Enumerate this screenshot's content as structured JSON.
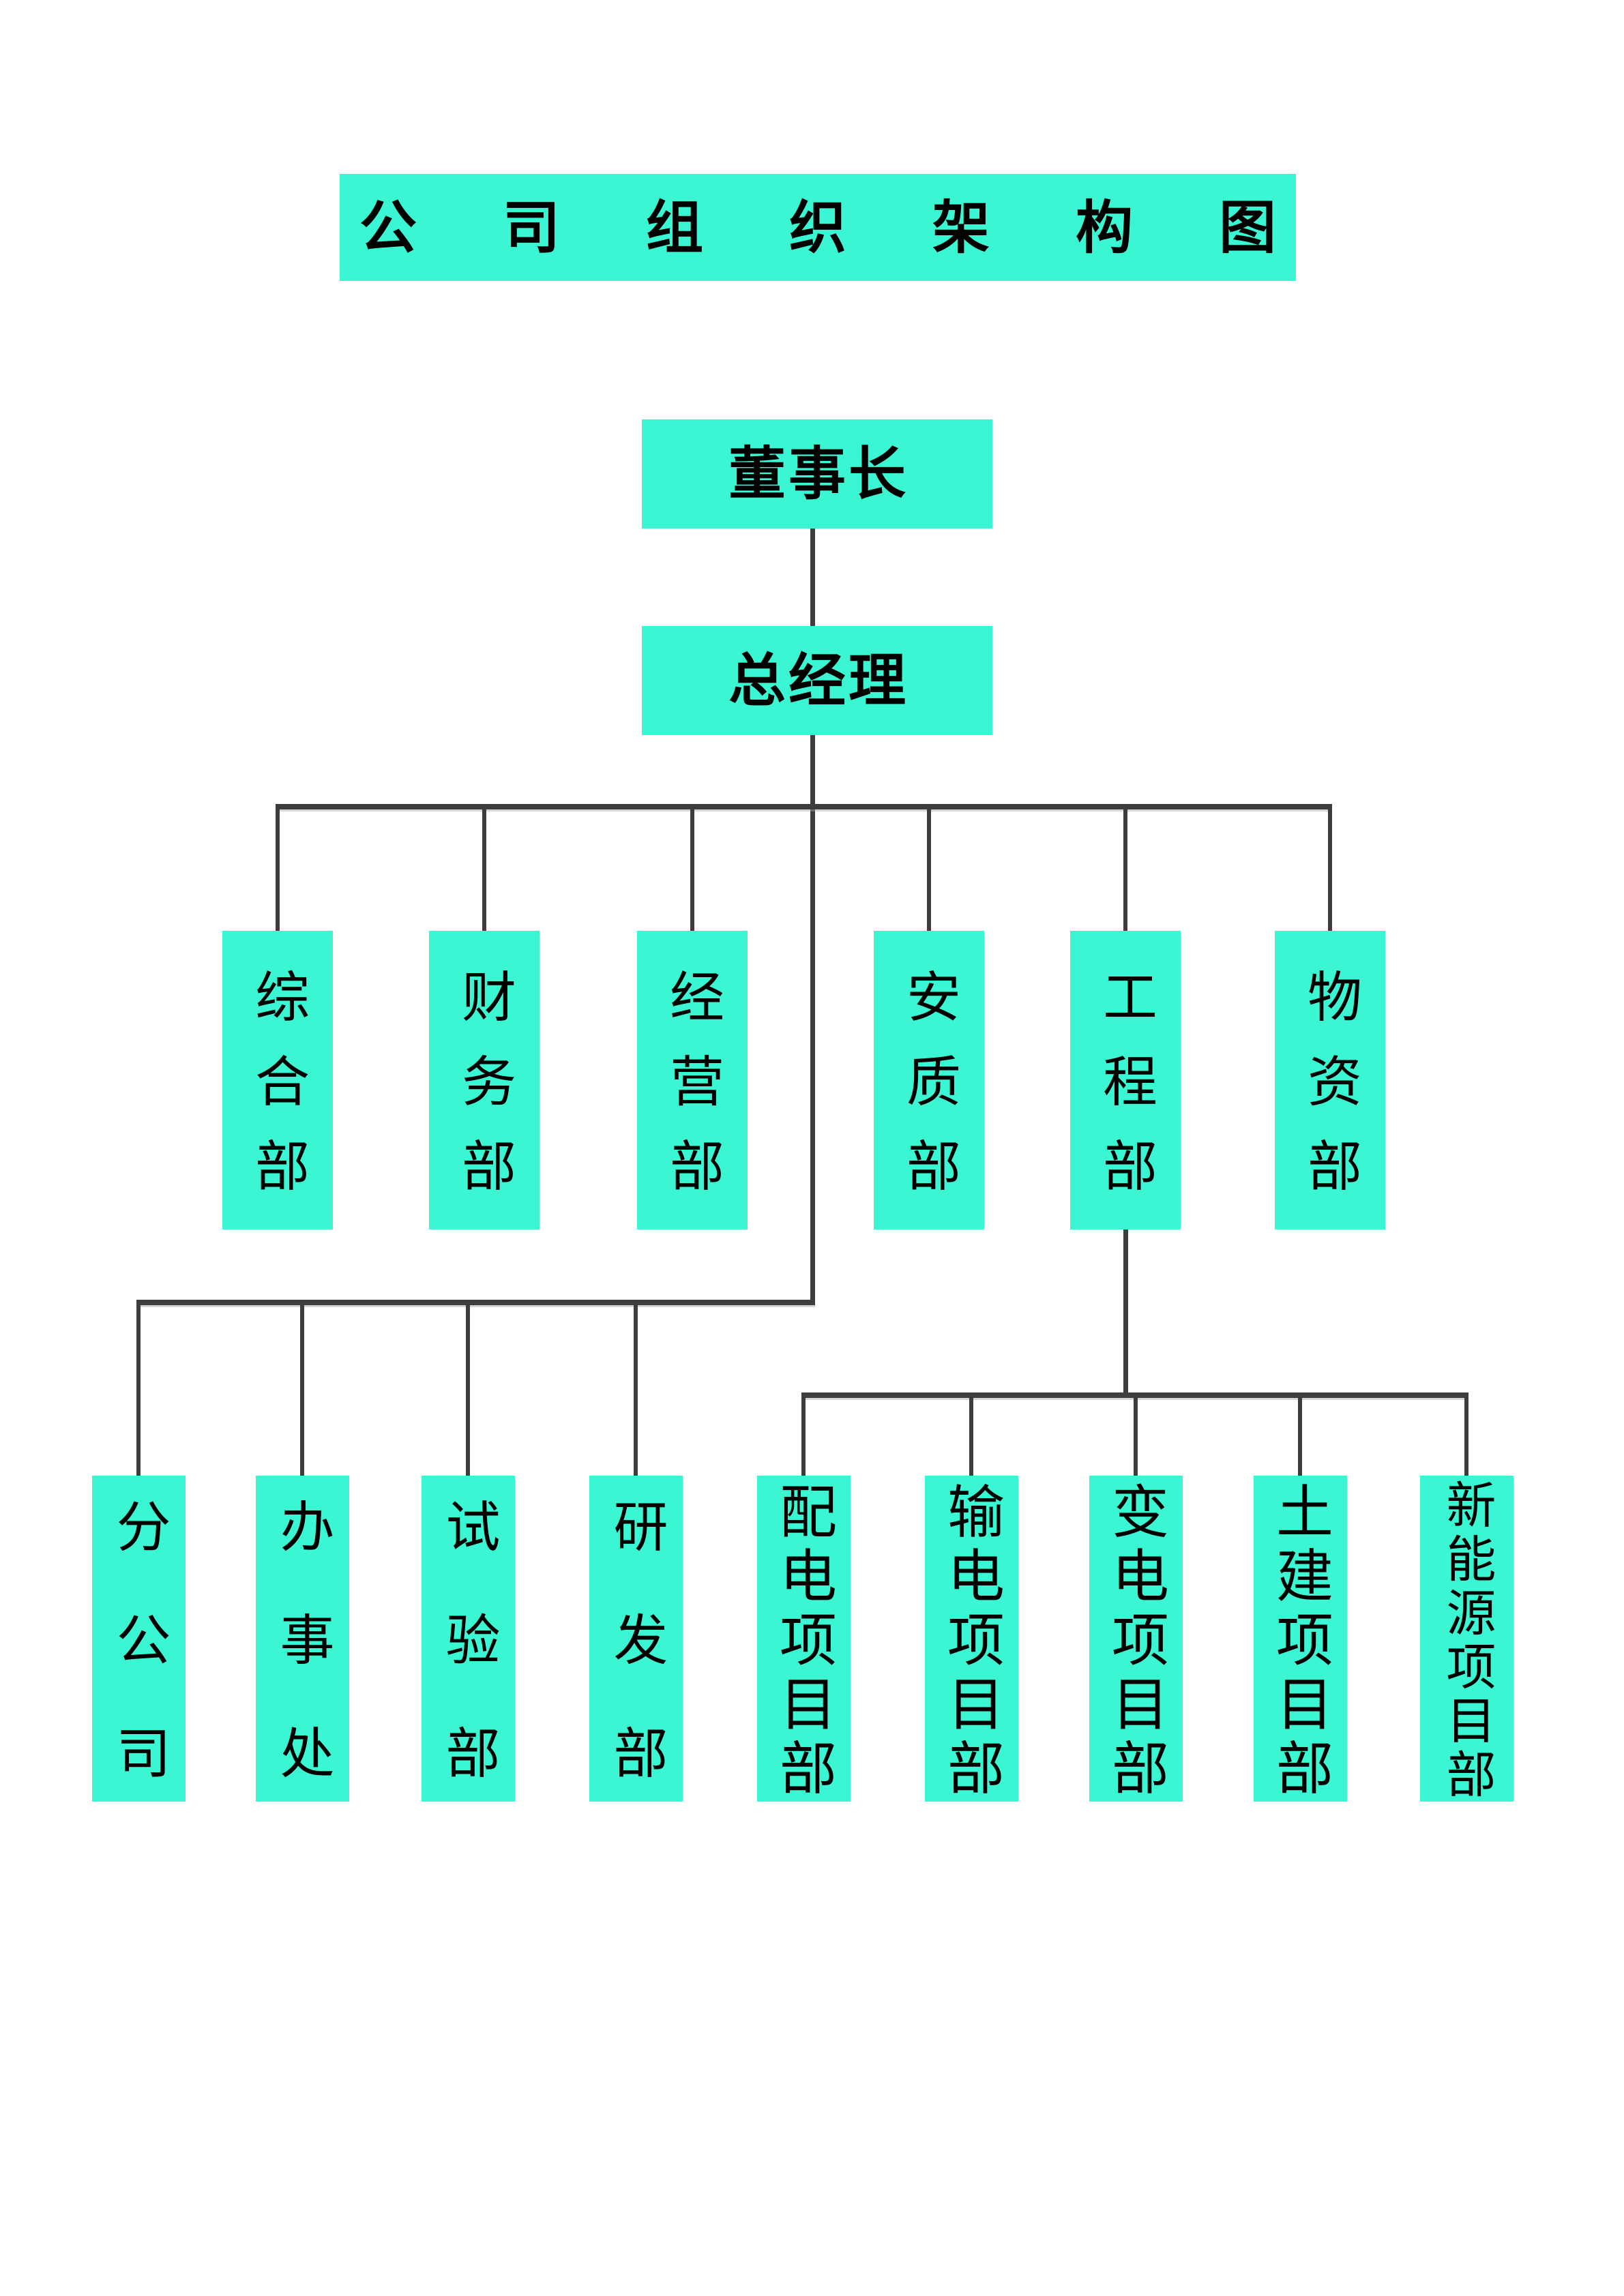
{
  "colors": {
    "page_bg": "#FFFFFF",
    "node_fill": "#3BF6D3",
    "line": "#3C3E3D",
    "text": "#000000"
  },
  "title": {
    "label": "公司组织架构图"
  },
  "org": {
    "chairman": {
      "label": "董事长"
    },
    "general_manager": {
      "label": "总经理"
    },
    "departments": [
      {
        "label": "综合部"
      },
      {
        "label": "财务部"
      },
      {
        "label": "经营部"
      },
      {
        "label": "安质部"
      },
      {
        "label": "工程部"
      },
      {
        "label": "物资部"
      }
    ],
    "gm_direct_units": [
      {
        "label": "分公司"
      },
      {
        "label": "办事处"
      },
      {
        "label": "试验部"
      },
      {
        "label": "研发部"
      }
    ],
    "engineering_project_departments": [
      {
        "label": "配电项目部"
      },
      {
        "label": "输电项目部"
      },
      {
        "label": "变电项目部"
      },
      {
        "label": "土建项目部"
      },
      {
        "label": "新能源项目部"
      }
    ]
  }
}
